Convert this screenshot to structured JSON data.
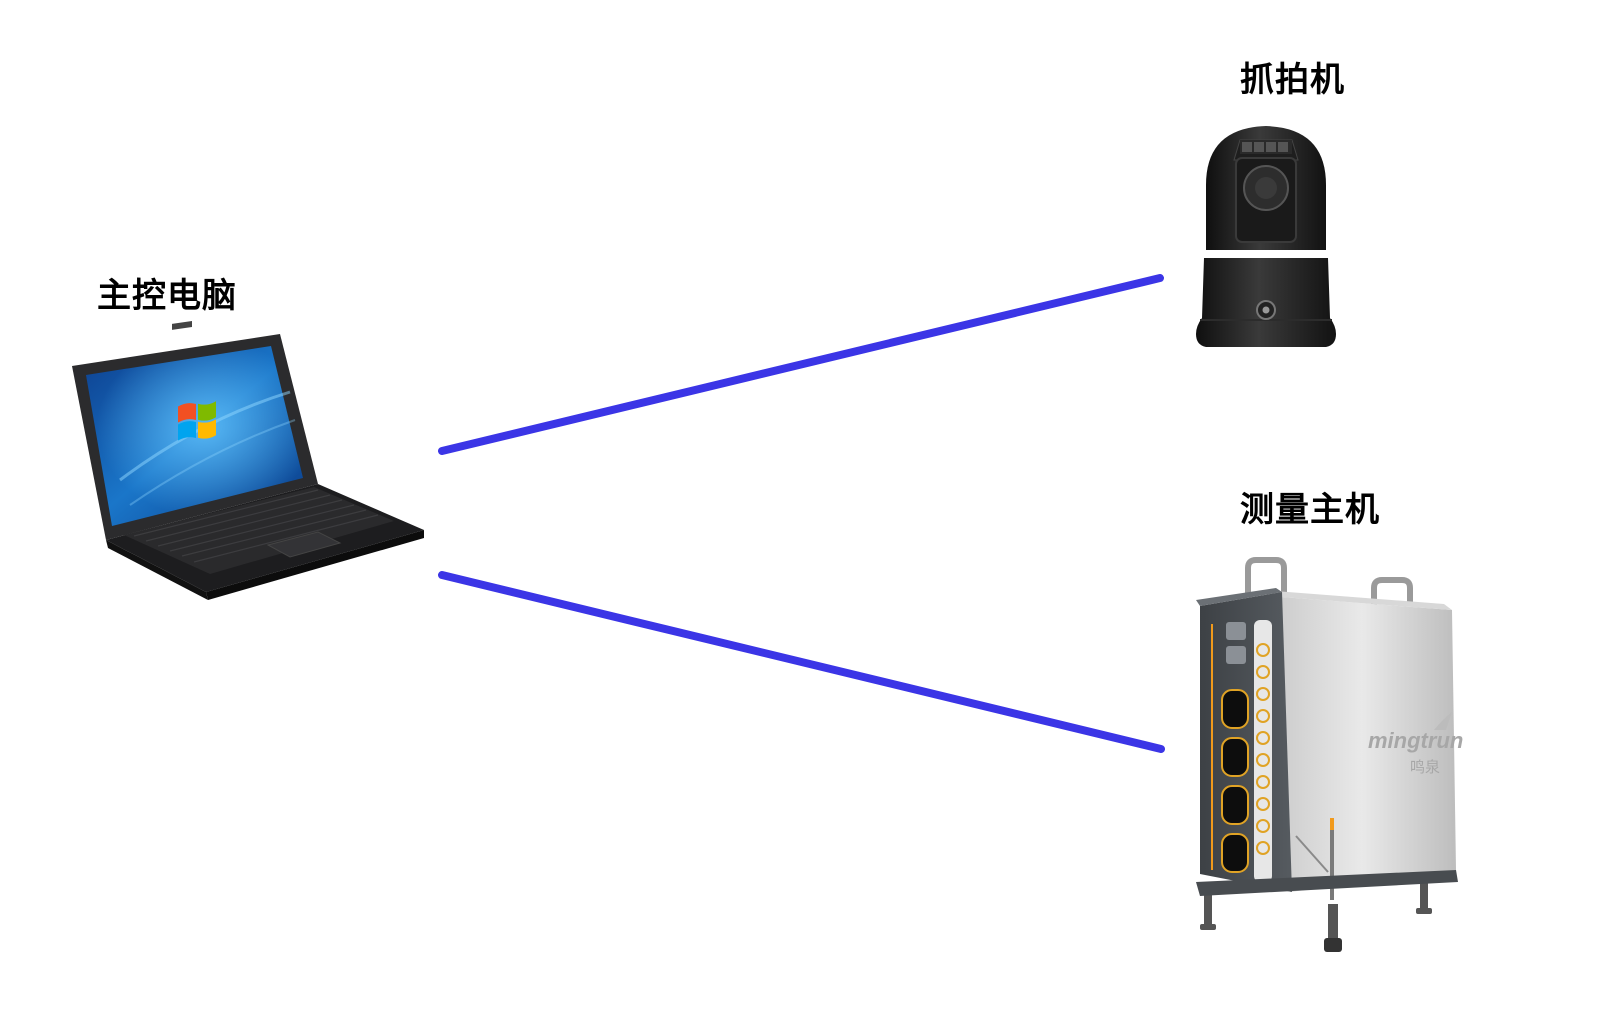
{
  "nodes": {
    "laptop": {
      "label": "主控电脑"
    },
    "camera": {
      "label": "抓拍机"
    },
    "host": {
      "label": "测量主机",
      "brand_text": "mingtrun",
      "brand_text_cn": "鸣泉"
    }
  },
  "connections": [
    {
      "from": "laptop",
      "to": "camera"
    },
    {
      "from": "laptop",
      "to": "host"
    }
  ],
  "colors": {
    "link": "#3b35e6",
    "background": "#ffffff"
  }
}
